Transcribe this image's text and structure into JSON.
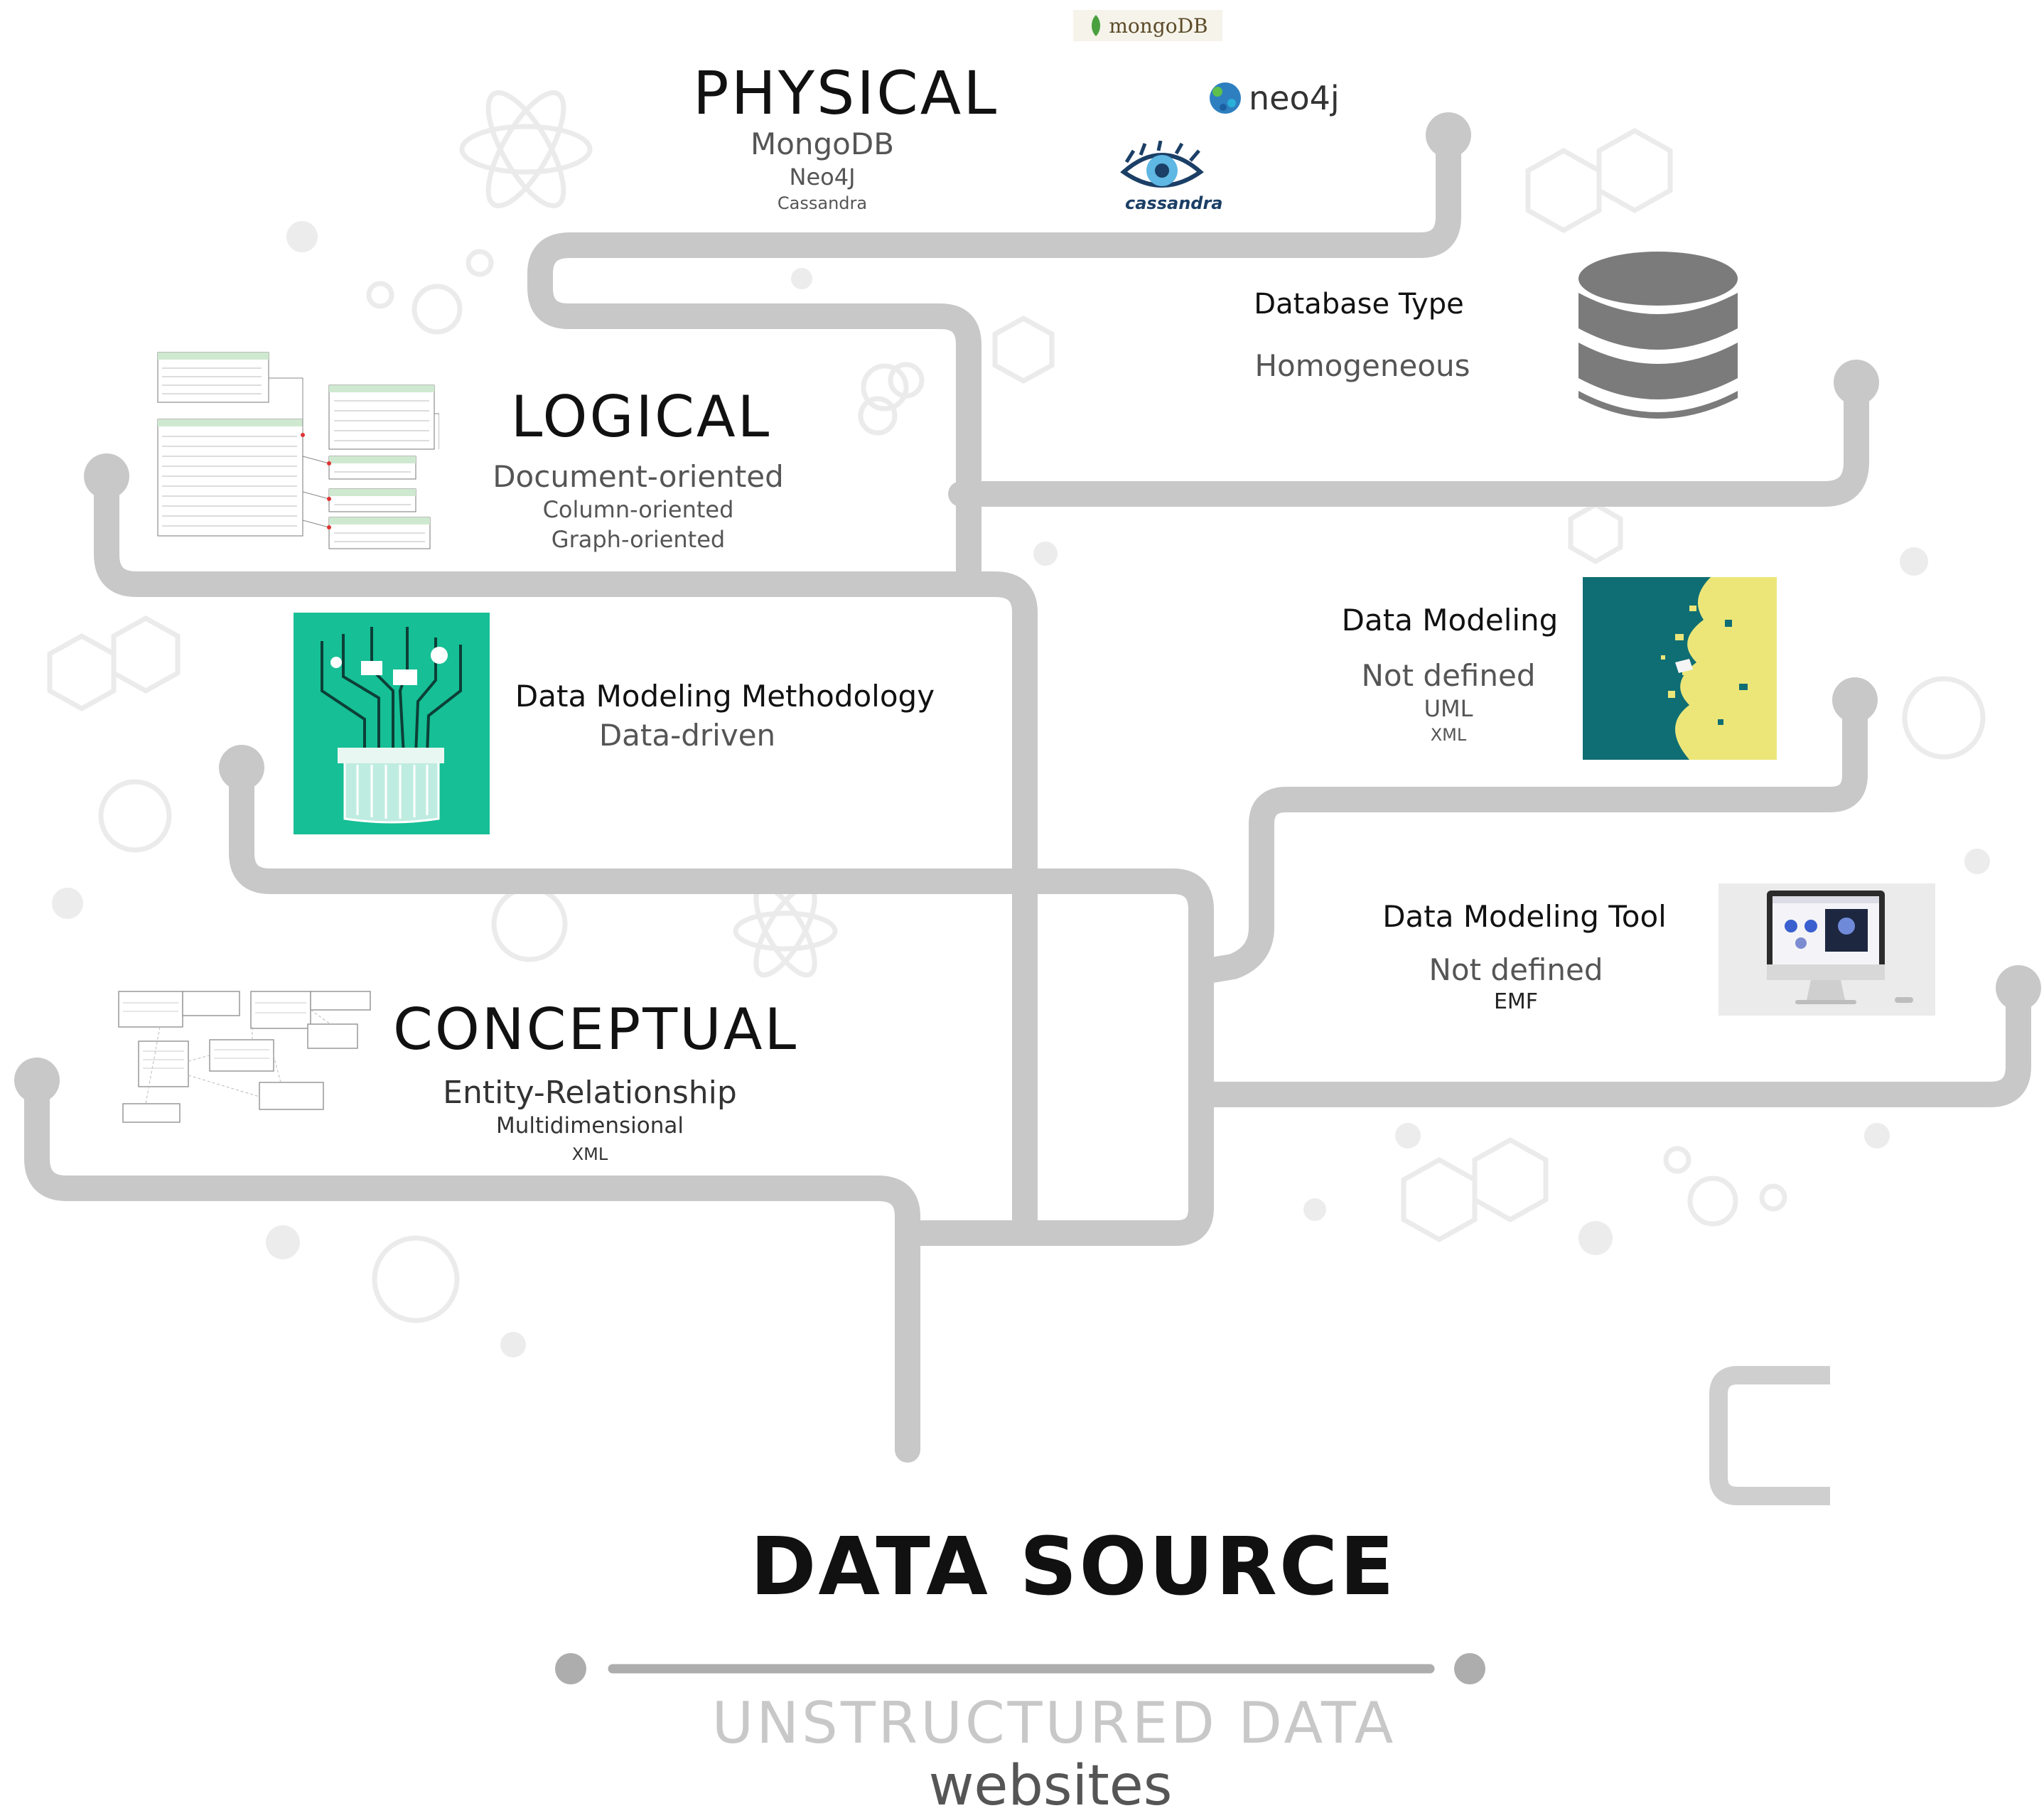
{
  "physical": {
    "title": "PHYSICAL",
    "items": [
      "MongoDB",
      "Neo4J",
      "Cassandra"
    ],
    "logos": [
      "mongoDB",
      "neo4j",
      "cassandra"
    ]
  },
  "logical": {
    "title": "LOGICAL",
    "items": [
      "Document-oriented",
      "Column-oriented",
      "Graph-oriented"
    ]
  },
  "conceptual": {
    "title": "CONCEPTUAL",
    "items": [
      "Entity-Relationship",
      "Multidimensional",
      "XML"
    ]
  },
  "database_type": {
    "label": "Database Type",
    "value": "Homogeneous",
    "icon": "database-icon"
  },
  "methodology": {
    "label": "Data Modeling Methodology",
    "value": "Data-driven"
  },
  "data_modeling": {
    "label": "Data Modeling",
    "items": [
      "Not defined",
      "UML",
      "XML"
    ]
  },
  "tool": {
    "label": "Data Modeling Tool",
    "items": [
      "Not defined",
      "EMF"
    ]
  },
  "source": {
    "title": "DATA SOURCE",
    "kind": "UNSTRUCTURED DATA",
    "detail": "websites"
  },
  "colors": {
    "pipe": "#c8c8c8",
    "methodology_bg": "#16bf95",
    "modeling_teal": "#0f6e74",
    "modeling_yellow": "#ece679",
    "mongo_green": "#4aa03f",
    "neo4j_blue": "#2e7fc0"
  }
}
